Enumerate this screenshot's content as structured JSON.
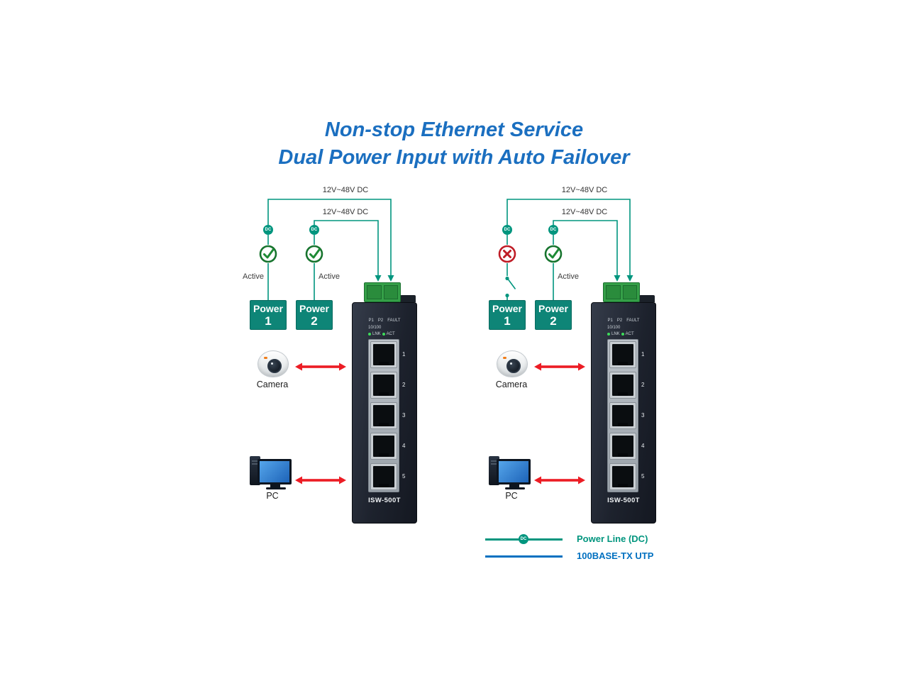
{
  "title": {
    "line1": "Non-stop Ethernet Service",
    "line2": "Dual Power Input with Auto Failover"
  },
  "colors": {
    "title_blue": "#1b6fc0",
    "power_line_teal": "#00957e",
    "utp_blue": "#0070c0",
    "power_box_teal": "#0e8577",
    "check_green": "#17742e",
    "fail_red": "#bf1c26",
    "arrow_red": "#ec1c24"
  },
  "wiring": {
    "voltage": "12V~48V DC",
    "dc_badge": "DC",
    "active": "Active"
  },
  "power_units": {
    "p1_label": "Power",
    "p1_number": "1",
    "p2_label": "Power",
    "p2_number": "2"
  },
  "devices": {
    "camera": "Camera",
    "pc": "PC"
  },
  "switch": {
    "model": "ISW-500T",
    "led_p1": "P1",
    "led_p2": "P2",
    "led_fault": "FAULT",
    "speed": "10/100",
    "lnk": "LNK",
    "act": "ACT",
    "ports": [
      "1",
      "2",
      "3",
      "4",
      "5"
    ]
  },
  "legend": {
    "power_line": "Power Line (DC)",
    "utp": "100BASE-TX UTP",
    "dc_badge": "DC"
  },
  "scenarios": [
    {
      "name": "dual-power-active",
      "power1_status": "active",
      "power2_status": "active"
    },
    {
      "name": "power1-failed-auto-failover",
      "power1_status": "failed",
      "power2_status": "active"
    }
  ]
}
